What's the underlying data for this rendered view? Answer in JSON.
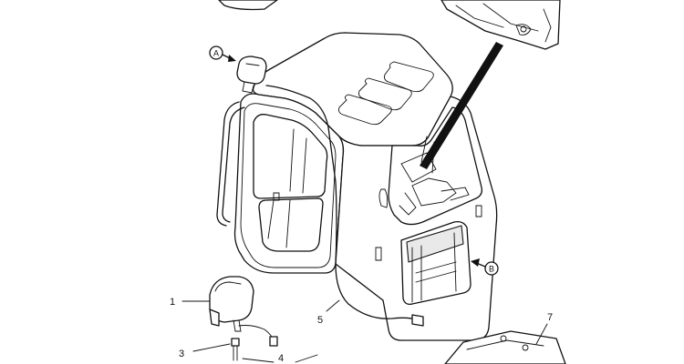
{
  "callouts": {
    "c1": "1",
    "c3": "3",
    "c4": "4",
    "c5": "5",
    "c7": "7"
  },
  "views": {
    "a": "A",
    "b": "B"
  }
}
